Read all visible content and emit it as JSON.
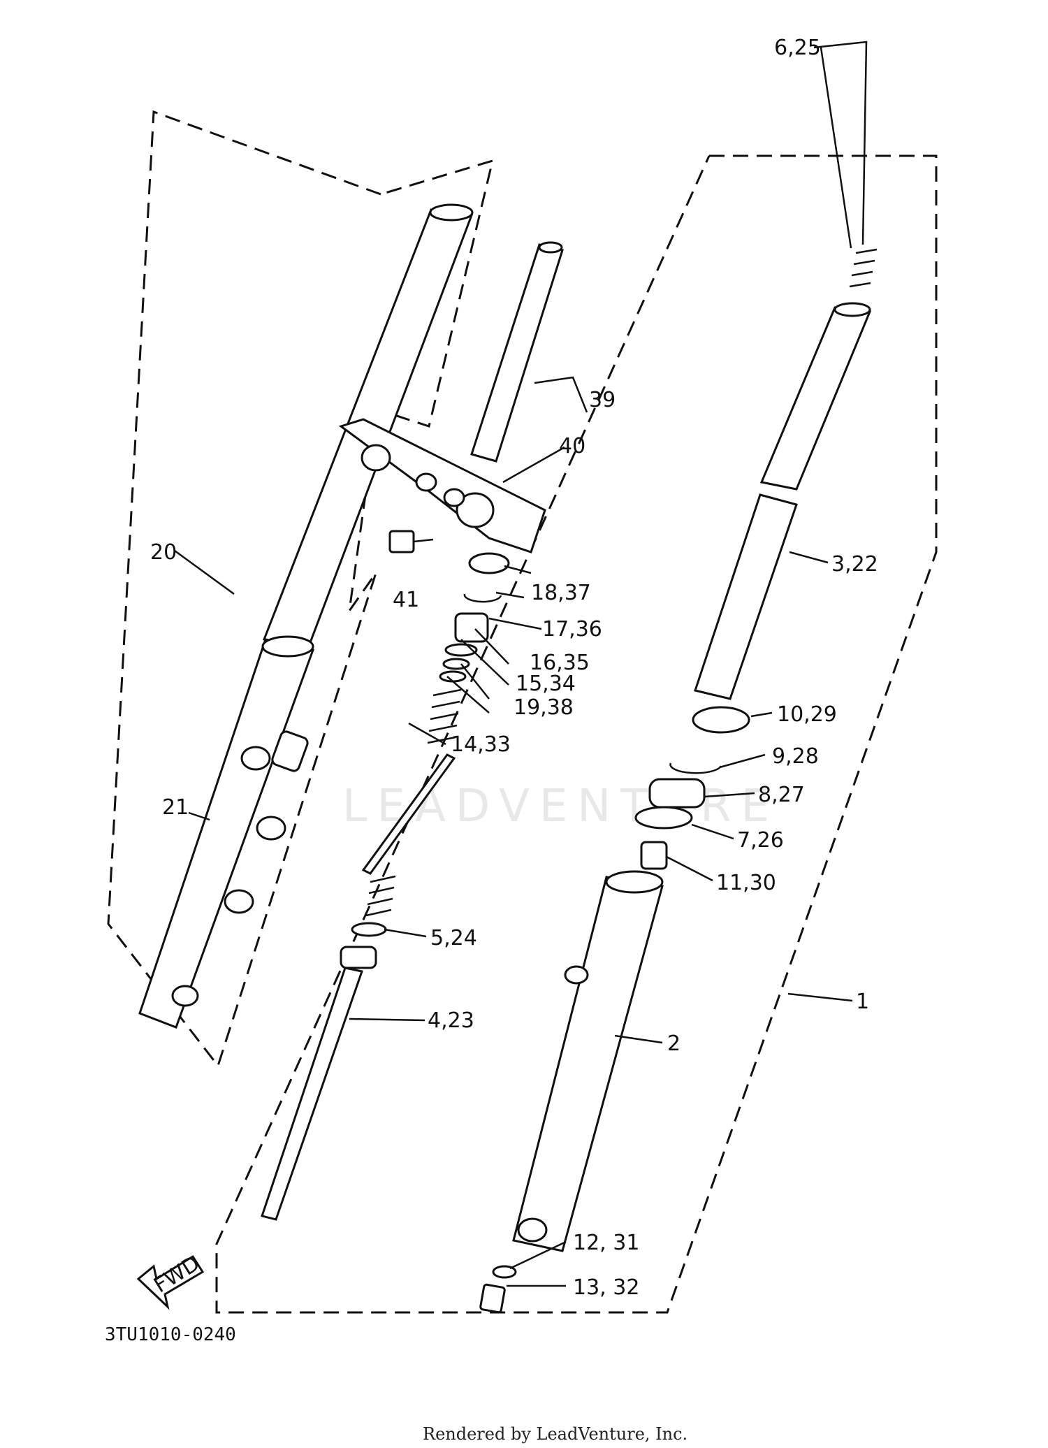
{
  "watermark": "LEADVENTURE",
  "fwd_label": "FWD",
  "diagram_code": "3TU1010-0240",
  "footer": "Rendered by LeadVenture, Inc.",
  "callouts": {
    "c1": "1",
    "c2": "2",
    "c3_22": "3,22",
    "c4_23": "4,23",
    "c5_24": "5,24",
    "c6_25": "6,25",
    "c7_26": "7,26",
    "c8_27": "8,27",
    "c9_28": "9,28",
    "c10_29": "10,29",
    "c11_30": "11,30",
    "c12_31": "12, 31",
    "c13_32": "13, 32",
    "c14_33": "14,33",
    "c15_34": "15,34",
    "c16_35": "16,35",
    "c17_36": "17,36",
    "c18_37": "18,37",
    "c19_38": "19,38",
    "c20": "20",
    "c21": "21",
    "c39": "39",
    "c40": "40",
    "c41": "41"
  }
}
